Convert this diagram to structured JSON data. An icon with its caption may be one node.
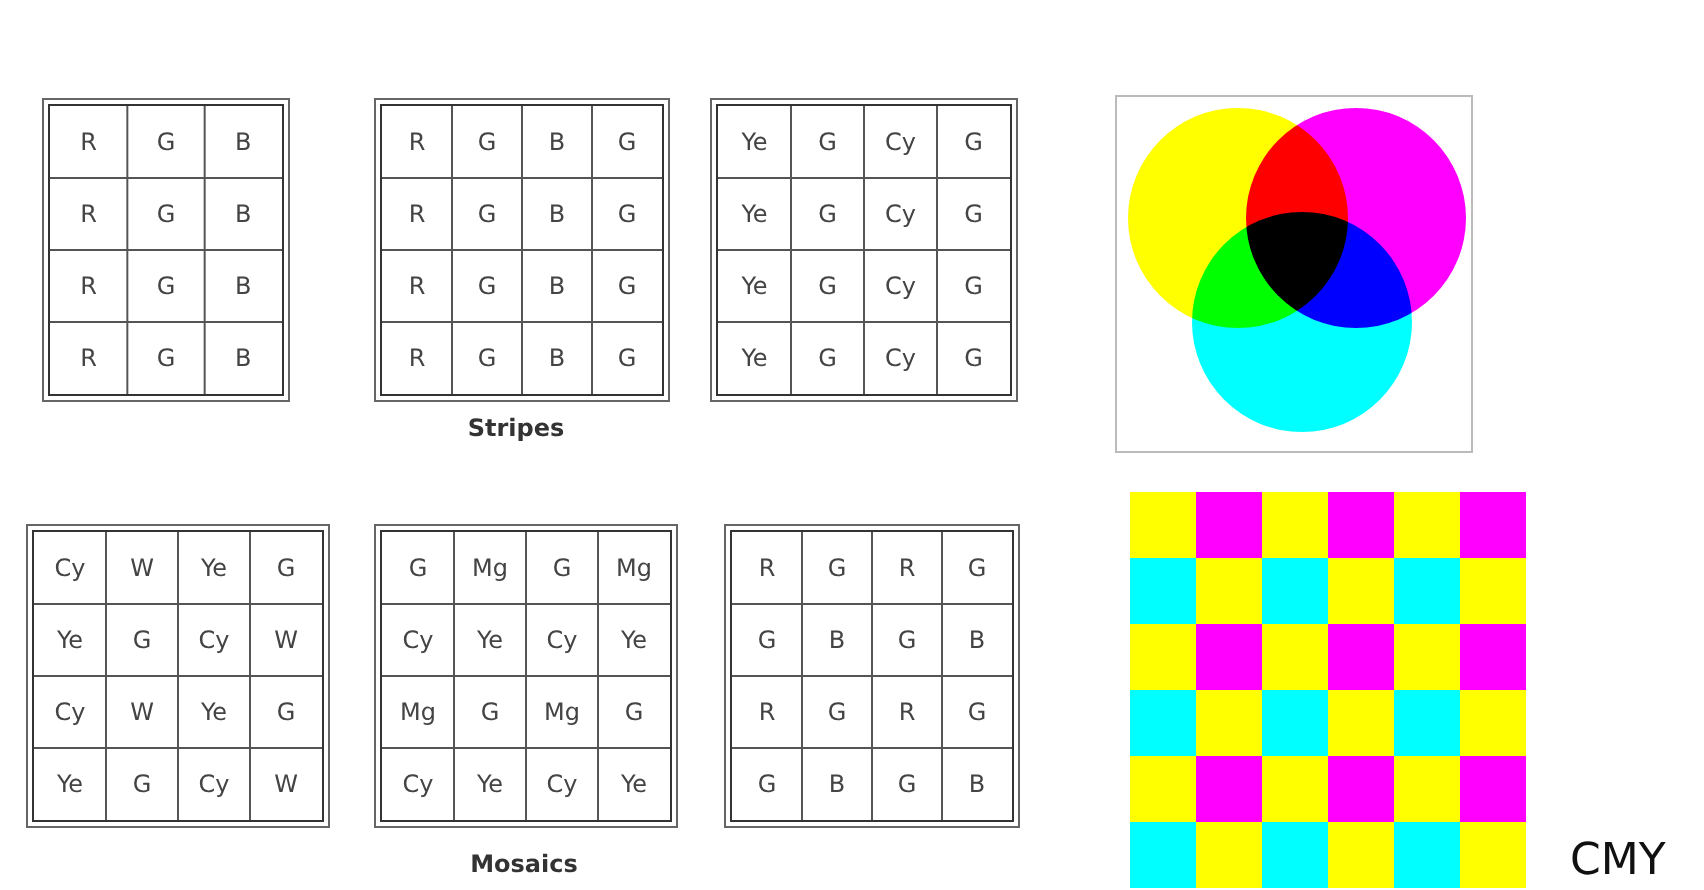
{
  "diagram": {
    "labels": [
      "R",
      "G",
      "B",
      "R",
      "G",
      "B",
      "R",
      "G",
      "B",
      "R",
      "G",
      "B",
      "R",
      "G",
      "B",
      "G",
      "R",
      "G",
      "B",
      "G",
      "R",
      "G",
      "B",
      "G",
      "R",
      "G",
      "B",
      "G",
      "Ye",
      "G",
      "Cy",
      "G",
      "Ye",
      "G",
      "Cy",
      "G",
      "Ye",
      "G",
      "Cy",
      "G",
      "Ye",
      "G",
      "Cy",
      "G",
      "Stripes",
      "Cy",
      "W",
      "Ye",
      "G",
      "Ye",
      "G",
      "Cy",
      "W",
      "Cy",
      "W",
      "Ye",
      "G",
      "Ye",
      "G",
      "Cy",
      "W",
      "G",
      "Mg",
      "G",
      "Mg",
      "Cy",
      "Ye",
      "Cy",
      "Ye",
      "Mg",
      "G",
      "Mg",
      "G",
      "Cy",
      "Ye",
      "Cy",
      "Ye",
      "R",
      "G",
      "R",
      "G",
      "G",
      "B",
      "G",
      "B",
      "R",
      "G",
      "R",
      "G",
      "G",
      "B",
      "G",
      "B",
      "Mosaics",
      "CMY"
    ]
  }
}
